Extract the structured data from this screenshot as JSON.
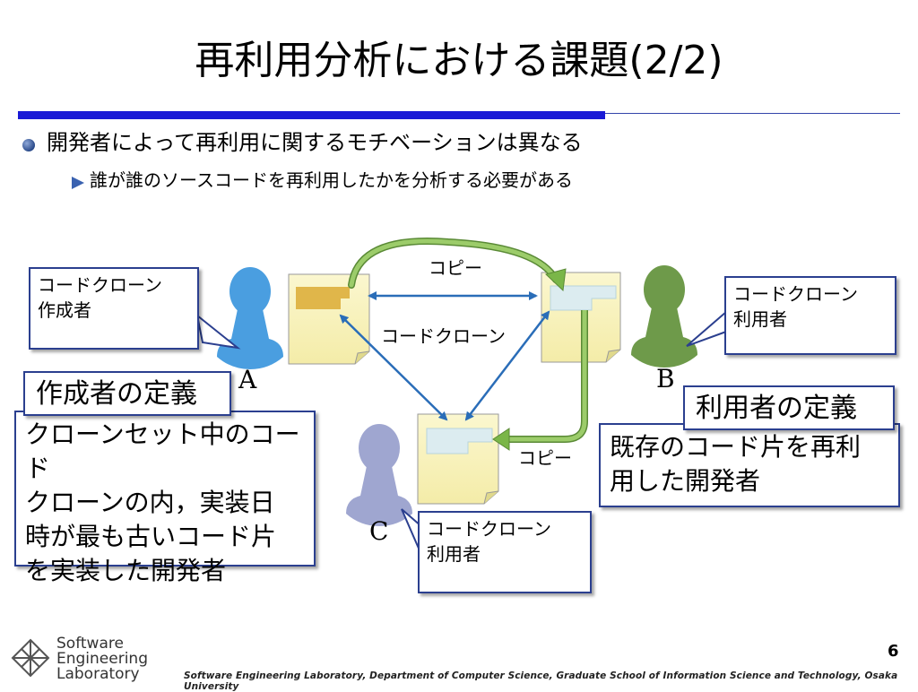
{
  "title": "再利用分析における課題(2/2)",
  "bullets": {
    "level1": "開発者によって再利用に関するモチベーションは異なる",
    "level2": "誰が誰のソースコードを再利用したかを分析する必要がある"
  },
  "diagram": {
    "callout_a": [
      "コードクローン",
      "作成者"
    ],
    "callout_b": [
      "コードクローン",
      "利用者"
    ],
    "callout_c": [
      "コードクローン",
      "利用者"
    ],
    "label_copy_top": "コピー",
    "label_copy_right": "コピー",
    "label_clone": "コードクローン",
    "person_a": "A",
    "person_b": "B",
    "person_c": "C",
    "colors": {
      "person_a": "#4a9ee0",
      "person_b": "#6e9a4a",
      "person_c": "#9fa6d0",
      "arrow_blue": "#2a6db8",
      "arrow_green": "#7ab648"
    }
  },
  "definitions": {
    "creator_title": "作成者の定義",
    "creator_body": [
      "クローンセット中のコード",
      "クローンの内，実装日",
      "時が最も古いコード片",
      "を実装した開発者"
    ],
    "user_title": "利用者の定義",
    "user_body": [
      "既存のコード片を再利",
      "用した開発者"
    ]
  },
  "footer": {
    "logo": [
      "Software",
      "Engineering",
      "Laboratory"
    ],
    "text": "Software Engineering Laboratory, Department of Computer Science, Graduate School of Information Science and Technology, Osaka University",
    "page": "6"
  }
}
